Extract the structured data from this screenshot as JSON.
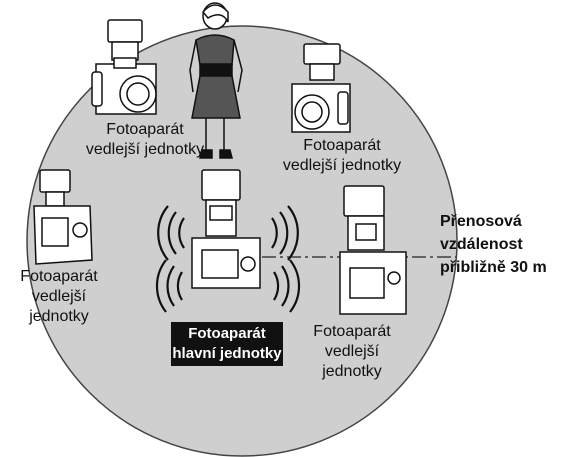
{
  "labels": {
    "remote_top_left": "Fotoaparát\nvedlejší jednotky",
    "remote_top_right": "Fotoaparát\nvedlejší jednotky",
    "remote_left": "Fotoaparát\nvedlejší\njednotky",
    "remote_bottom_right": "Fotoaparát\nvedlejší\njednotky",
    "master": "Fotoaparát\nhlavní jednotky",
    "range": "Přenosová\nvzdálenost\npřibližně 30 m"
  },
  "colors": {
    "range_circle": "#cfcfcf",
    "outline": "#111111",
    "camera_body": "#ffffff",
    "dress": "#555555"
  },
  "icons": [
    "camera-flash-icon",
    "person-icon",
    "signal-waves-icon"
  ]
}
